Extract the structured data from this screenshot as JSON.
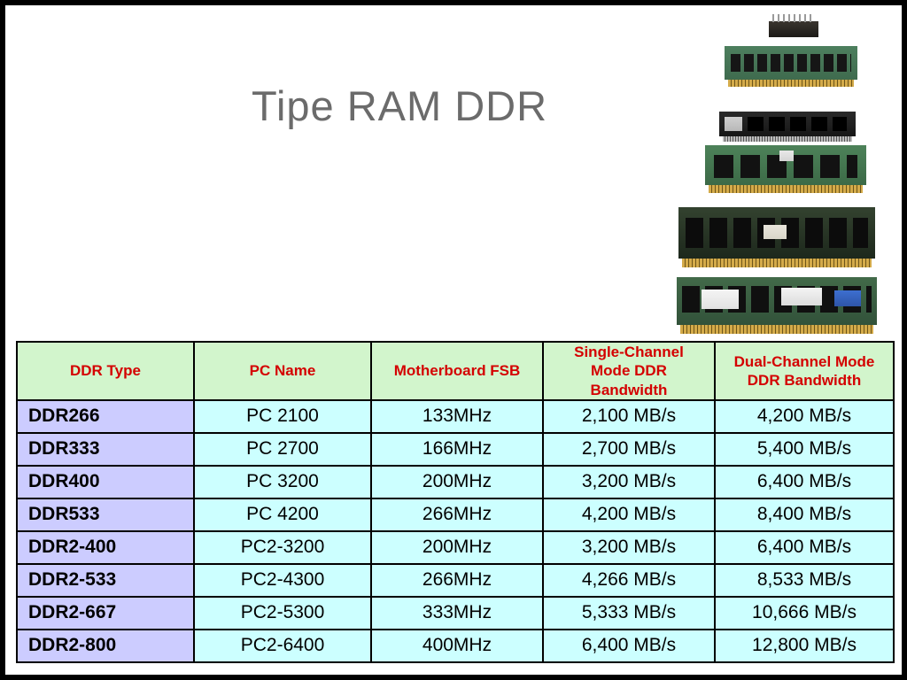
{
  "slide": {
    "title": "Tipe RAM DDR"
  },
  "colors": {
    "page_bg": "#000000",
    "slide_bg": "#ffffff",
    "title_text": "#6b6b6b",
    "header_bg": "#d2f5cc",
    "header_text": "#d40000",
    "ddr_col_bg": "#ccccff",
    "body_bg": "#ccffff",
    "table_border": "#000000"
  },
  "ram_images": [
    {
      "name": "dip-memory-chip"
    },
    {
      "name": "simm-30pin-module"
    },
    {
      "name": "small-black-memory-module"
    },
    {
      "name": "simm-72pin-module"
    },
    {
      "name": "sdram-dimm-module"
    },
    {
      "name": "ddr-dimm-module-with-stickers"
    }
  ],
  "table": {
    "headers": [
      "DDR Type",
      "PC Name",
      "Motherboard FSB",
      "Single-Channel Mode DDR Bandwidth",
      "Dual-Channel Mode DDR Bandwidth"
    ],
    "rows": [
      [
        "DDR266",
        "PC 2100",
        "133MHz",
        "2,100 MB/s",
        "4,200 MB/s"
      ],
      [
        "DDR333",
        "PC 2700",
        "166MHz",
        "2,700 MB/s",
        "5,400 MB/s"
      ],
      [
        "DDR400",
        "PC 3200",
        "200MHz",
        "3,200 MB/s",
        "6,400 MB/s"
      ],
      [
        "DDR533",
        "PC 4200",
        "266MHz",
        "4,200 MB/s",
        "8,400 MB/s"
      ],
      [
        "DDR2-400",
        "PC2-3200",
        "200MHz",
        "3,200 MB/s",
        "6,400 MB/s"
      ],
      [
        "DDR2-533",
        "PC2-4300",
        "266MHz",
        "4,266 MB/s",
        "8,533 MB/s"
      ],
      [
        "DDR2-667",
        "PC2-5300",
        "333MHz",
        "5,333 MB/s",
        "10,666 MB/s"
      ],
      [
        "DDR2-800",
        "PC2-6400",
        "400MHz",
        "6,400 MB/s",
        "12,800 MB/s"
      ]
    ]
  }
}
